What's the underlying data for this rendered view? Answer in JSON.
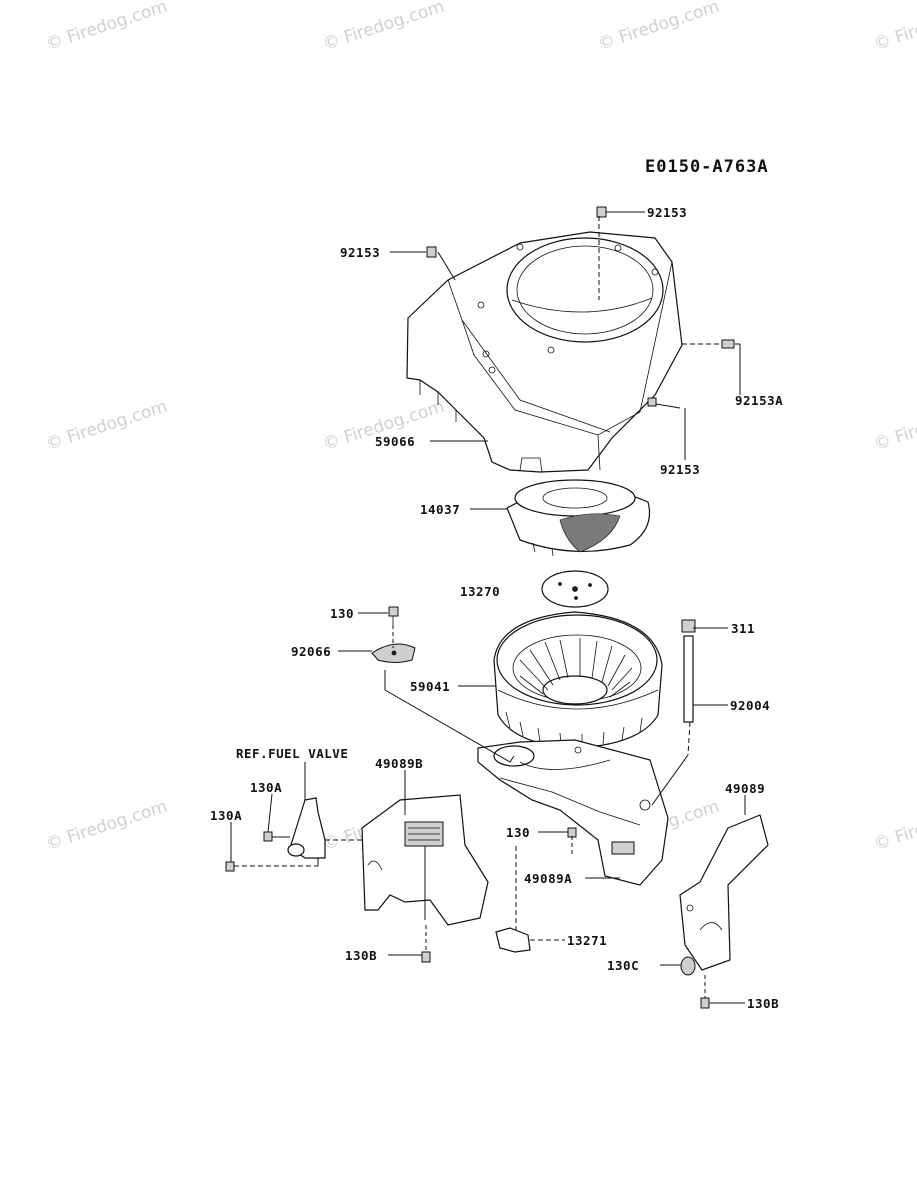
{
  "diagram": {
    "code": "E0150-A763A",
    "watermark": "© Firedog.com",
    "note": "REF.FUEL VALVE",
    "labels": {
      "p92153_top": "92153",
      "p92153_left": "92153",
      "p92153A": "92153A",
      "p92153_right": "92153",
      "p59066": "59066",
      "p14037": "14037",
      "p13270": "13270",
      "p130_top": "130",
      "p92066": "92066",
      "p311": "311",
      "p59041": "59041",
      "p92004": "92004",
      "p49089B": "49089B",
      "p130A_upper": "130A",
      "p130A_lower": "130A",
      "p130_mid": "130",
      "p49089A": "49089A",
      "p13271": "13271",
      "p130B_left": "130B",
      "p49089": "49089",
      "p130C": "130C",
      "p130B_right": "130B"
    }
  }
}
